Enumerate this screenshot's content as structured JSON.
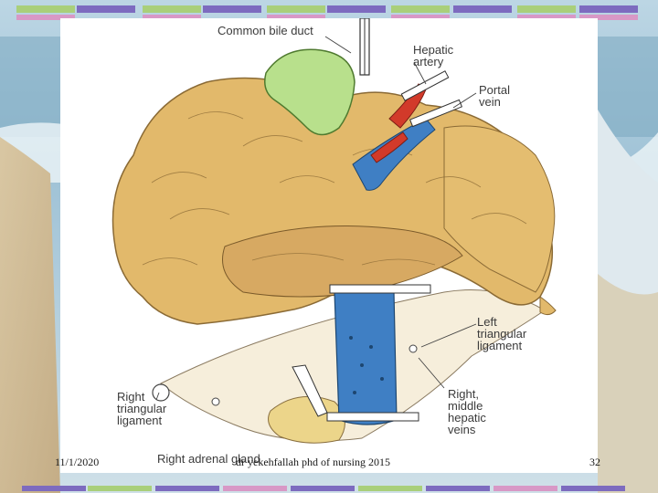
{
  "slide": {
    "figure": {
      "labels": {
        "common_bile_duct": "Common bile duct",
        "hepatic_artery": "Hepatic\nartery",
        "portal_vein": "Portal\nvein",
        "left_triangular_ligament": "Left\ntriangular\nligament",
        "right_triangular_ligament": "Right\ntriangular\nligament",
        "right_middle_hepatic_veins": "Right,\nmiddle\nhepatic\nveins",
        "right_adrenal_gland": "Right adrenal gland"
      }
    },
    "footer": {
      "date": "11/1/2020",
      "author": "dr yekehfallah phd of nursing 2015",
      "page_number": "32"
    }
  },
  "colors": {
    "liver": "#e2b96b",
    "gallbladder": "#b8e08c",
    "vein_blue": "#3f7fc4",
    "artery_red": "#d23a2a",
    "bar_purple": "#7d6bbf",
    "bar_green": "#a9cf7a",
    "bar_pink": "#d898c6"
  }
}
